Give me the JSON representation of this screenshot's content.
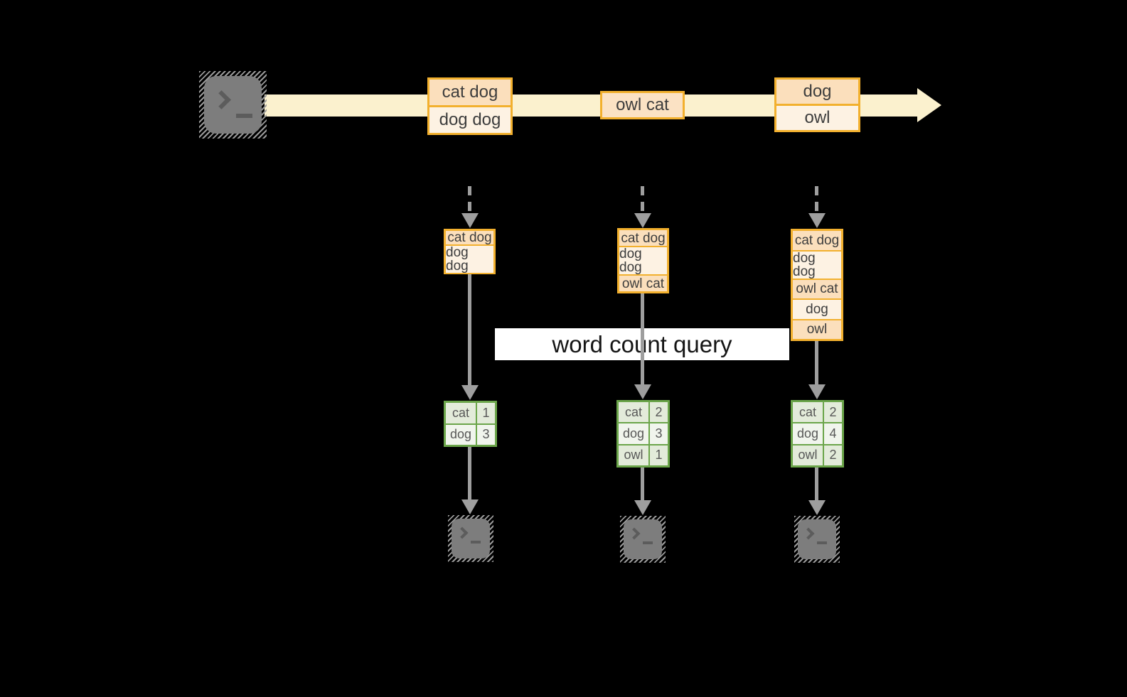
{
  "query": {
    "label": "word count query"
  },
  "stream": {
    "batches": [
      {
        "cells": [
          "cat dog",
          "dog dog"
        ]
      },
      {
        "cells": [
          "owl cat"
        ]
      },
      {
        "cells": [
          "dog",
          "owl"
        ]
      }
    ]
  },
  "state_buffers": [
    {
      "cells": [
        "cat dog",
        "dog dog"
      ]
    },
    {
      "cells": [
        "cat dog",
        "dog dog",
        "owl cat"
      ]
    },
    {
      "cells": [
        "cat dog",
        "dog dog",
        "owl cat",
        "dog",
        "owl"
      ]
    }
  ],
  "count_tables": [
    {
      "rows": [
        {
          "word": "cat",
          "count": "1"
        },
        {
          "word": "dog",
          "count": "3"
        }
      ]
    },
    {
      "rows": [
        {
          "word": "cat",
          "count": "2"
        },
        {
          "word": "dog",
          "count": "3"
        },
        {
          "word": "owl",
          "count": "1"
        }
      ]
    },
    {
      "rows": [
        {
          "word": "cat",
          "count": "2"
        },
        {
          "word": "dog",
          "count": "4"
        },
        {
          "word": "owl",
          "count": "2"
        }
      ]
    }
  ],
  "icons": {
    "source": "terminal-prompt-icon",
    "outputs": [
      "terminal-prompt-icon",
      "terminal-prompt-icon",
      "terminal-prompt-icon"
    ]
  },
  "colors": {
    "orange_border": "#F2B02E",
    "peach": "#FBDFBC",
    "cream": "#FDF2E3",
    "peach_light": "#FBE2C4",
    "band": "#FBF1CE",
    "arrow_gray": "#9E9E9E",
    "terminal_gray": "#7D7D7D",
    "glyph_gray": "#5C5C5C",
    "green_border": "#6BA54A",
    "green_dark": "#E3EBDA",
    "green_light": "#F1F5ED",
    "label_ink": "#3D3D3D",
    "table_ink": "#575757"
  }
}
